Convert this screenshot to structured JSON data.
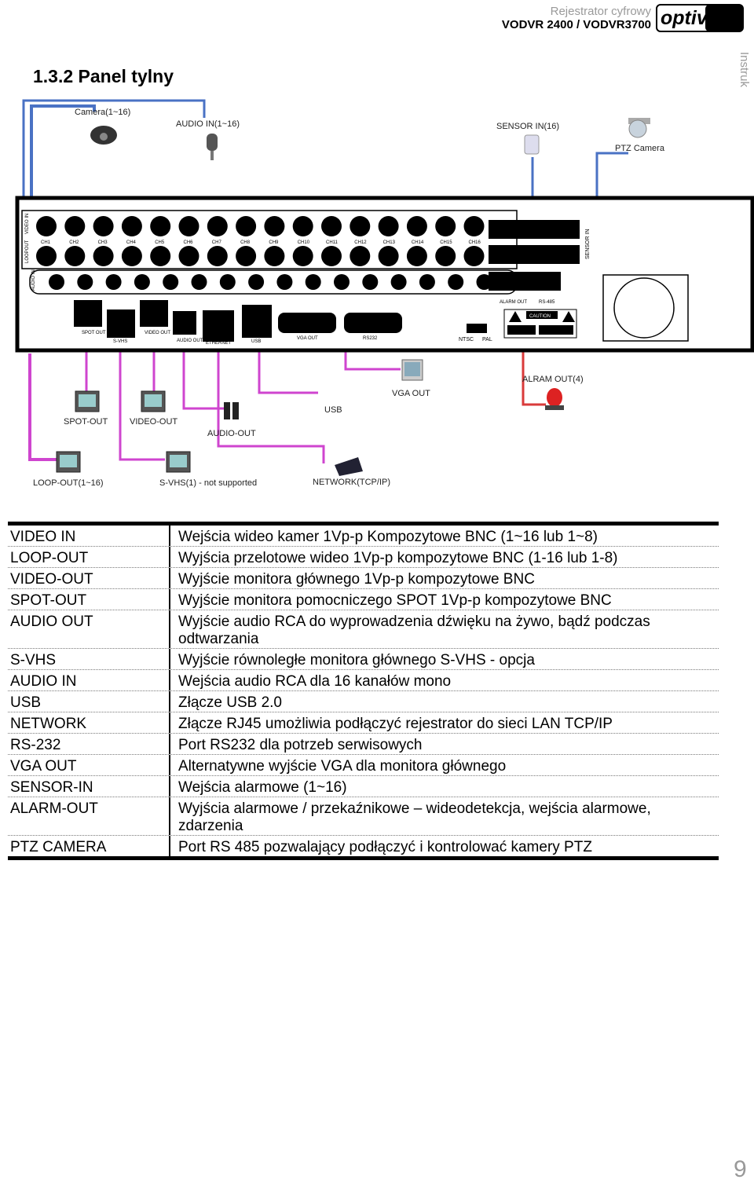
{
  "header": {
    "subtitle": "Rejestrator cyfrowy",
    "model": "VODVR 2400 / VODVR3700",
    "brand": "optiva",
    "side_tab": "Instruk"
  },
  "section_title": "1.3.2 Panel tylny",
  "diagram": {
    "labels": {
      "camera": "Camera(1~16)",
      "audio_in": "AUDIO IN(1~16)",
      "sensor_in": "SENSOR IN(16)",
      "ptz_camera": "PTZ Camera",
      "vga_out": "VGA OUT",
      "alarm_out": "ALRAM OUT(4)",
      "usb": "USB",
      "spot_out": "SPOT-OUT",
      "video_out": "VIDEO-OUT",
      "audio_out": "AUDIO-OUT",
      "loop_out": "LOOP-OUT(1~16)",
      "svhs": "S-VHS(1) - not supported",
      "network": "NETWORK(TCP/IP)"
    },
    "panel": {
      "row_label_video_in": "VIDEO IN",
      "row_label_loop_out": "LOOPOUT",
      "row_label_audio_in": "AUDIO IN",
      "channels": [
        "CH1",
        "CH2",
        "CH3",
        "CH4",
        "CH5",
        "CH6",
        "CH7",
        "CH8",
        "CH9",
        "CH10",
        "CH11",
        "CH12",
        "CH13",
        "CH14",
        "CH15",
        "CH16"
      ],
      "ports": [
        "SPOT OUT",
        "S-VHS",
        "VIDEO OUT",
        "AUDIO OUT",
        "ETHERNET",
        "USB",
        "VGA OUT",
        "RS232"
      ],
      "sensor_label": "SENSOR IN",
      "alarm_label": "ALARM OUT",
      "rs485_label": "RS-485",
      "ntsc": "NTSC",
      "pal": "PAL",
      "caution": "CAUTION"
    },
    "colors": {
      "camera_line": "#4a72c4",
      "loop_line": "#cf45cf",
      "alarm_line": "#d93a3a",
      "ptz_line": "#4a72c4"
    }
  },
  "spec_rows": [
    {
      "key": "VIDEO IN",
      "value": "Wejścia wideo kamer 1Vp-p Kompozytowe BNC (1~16 lub 1~8)"
    },
    {
      "key": "LOOP-OUT",
      "value": "Wyjścia przelotowe wideo 1Vp-p kompozytowe BNC (1-16 lub 1-8)"
    },
    {
      "key": "VIDEO-OUT",
      "value": "Wyjście monitora głównego 1Vp-p kompozytowe BNC"
    },
    {
      "key": "SPOT-OUT",
      "value": "Wyjście monitora pomocniczego SPOT 1Vp-p kompozytowe BNC"
    },
    {
      "key": "AUDIO OUT",
      "value": "Wyjście audio RCA do wyprowadzenia dźwięku na żywo, bądź podczas odtwarzania"
    },
    {
      "key": "S-VHS",
      "value": "Wyjście równoległe monitora głównego S-VHS - opcja"
    },
    {
      "key": "AUDIO IN",
      "value": "Wejścia audio RCA dla 16 kanałów mono"
    },
    {
      "key": "USB",
      "value": "Złącze USB 2.0"
    },
    {
      "key": "NETWORK",
      "value": "Złącze RJ45 umożliwia podłączyć rejestrator do sieci LAN TCP/IP"
    },
    {
      "key": "RS-232",
      "value": "Port RS232 dla potrzeb serwisowych"
    },
    {
      "key": "VGA OUT",
      "value": "Alternatywne wyjście VGA dla monitora głównego"
    },
    {
      "key": "SENSOR-IN",
      "value": "Wejścia alarmowe (1~16)"
    },
    {
      "key": "ALARM-OUT",
      "value": "Wyjścia alarmowe / przekaźnikowe – wideodetekcja, wejścia alarmowe, zdarzenia"
    },
    {
      "key": "PTZ CAMERA",
      "value": "Port RS 485 pozwalający podłączyć i kontrolować kamery PTZ"
    }
  ],
  "page_number": "9"
}
